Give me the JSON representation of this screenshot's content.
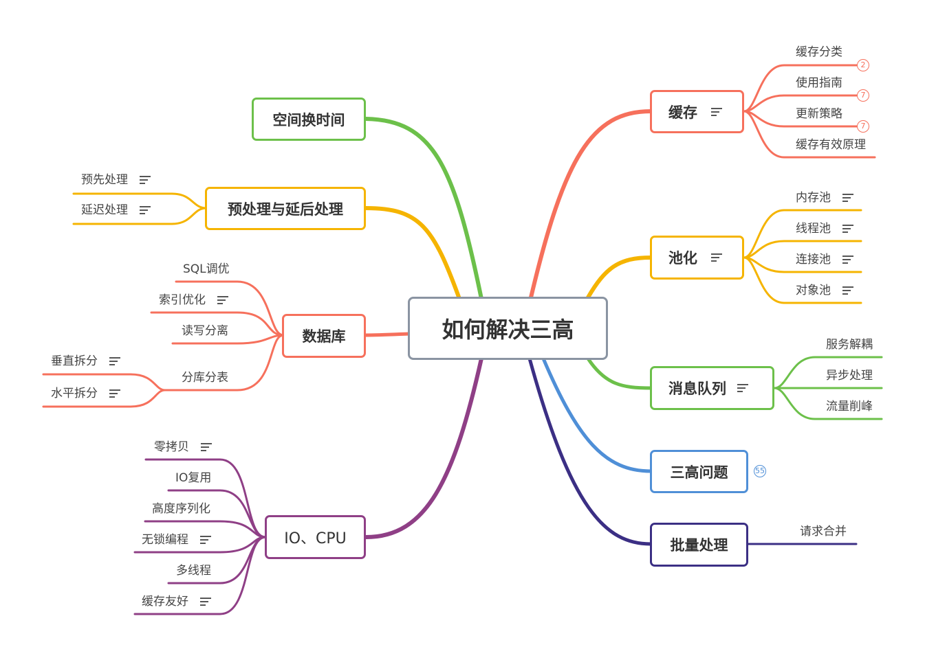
{
  "central": "如何解决三高",
  "colors": {
    "green": "#6cc04a",
    "orange": "#f5b400",
    "red": "#f6705c",
    "purple": "#8f3f86",
    "blue": "#4f8fd7",
    "navy": "#3b2f84",
    "central_border": "#8a94a2"
  },
  "icons": {
    "note": "note-lines-icon"
  },
  "branches": {
    "space_time": {
      "label": "空间换时间"
    },
    "preprocess": {
      "label": "预处理与延后处理",
      "children": [
        "预先处理",
        "延迟处理"
      ]
    },
    "database": {
      "label": "数据库",
      "children": [
        "SQL调优",
        "索引优化",
        "读写分离",
        "分库分表"
      ],
      "sub": [
        "垂直拆分",
        "水平拆分"
      ]
    },
    "io_cpu": {
      "label": "IO、CPU",
      "children": [
        "零拷贝",
        "IO复用",
        "高度序列化",
        "无锁编程",
        "多线程",
        "缓存友好"
      ]
    },
    "cache": {
      "label": "缓存",
      "children": [
        "缓存分类",
        "使用指南",
        "更新策略",
        "缓存有效原理"
      ],
      "badges": [
        "2",
        "7",
        "7"
      ]
    },
    "pool": {
      "label": "池化",
      "children": [
        "内存池",
        "线程池",
        "连接池",
        "对象池"
      ]
    },
    "mq": {
      "label": "消息队列",
      "children": [
        "服务解耦",
        "异步处理",
        "流量削峰"
      ]
    },
    "triple": {
      "label": "三高问题",
      "badge": "55"
    },
    "batch": {
      "label": "批量处理",
      "children": [
        "请求合并"
      ]
    }
  }
}
